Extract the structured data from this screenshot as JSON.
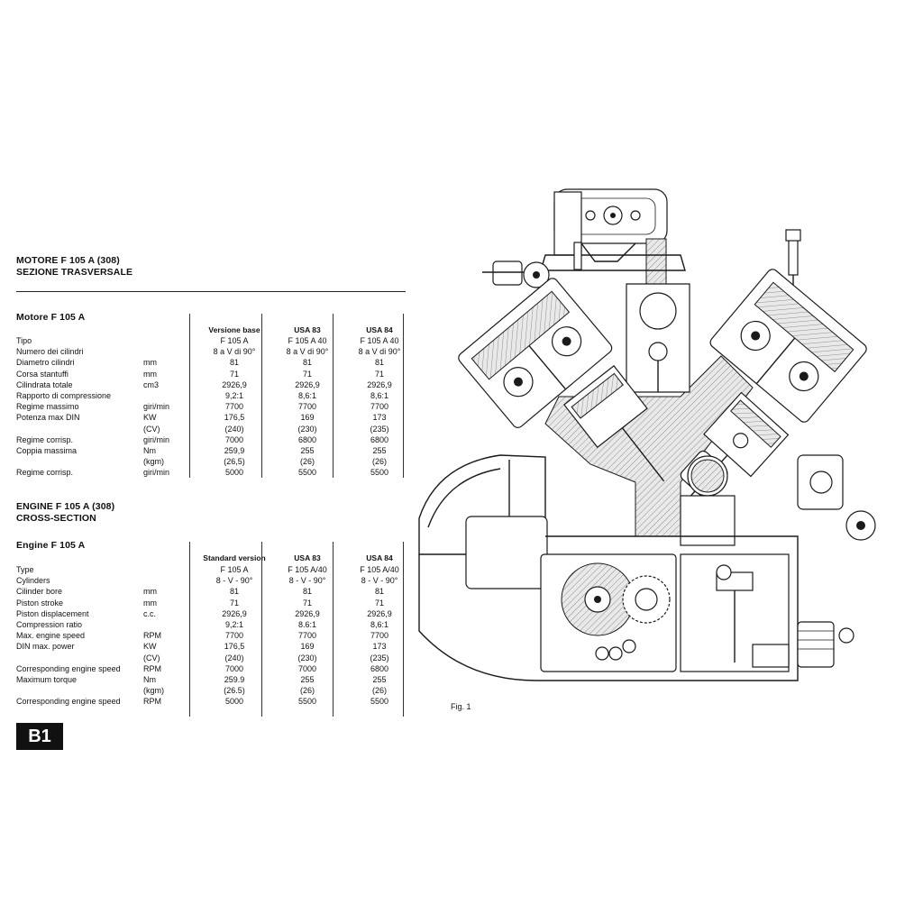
{
  "italian": {
    "heading_line1": "MOTORE F 105 A (308)",
    "heading_line2": "SEZIONE TRASVERSALE",
    "subheading": "Motore F 105 A",
    "columns": [
      "Versione base",
      "USA 83",
      "USA 84"
    ],
    "rows": [
      {
        "label": "Tipo",
        "unit": "",
        "v1": "F 105 A",
        "v2": "F 105 A 40",
        "v3": "F 105 A 40"
      },
      {
        "label": "Numero dei cilindri",
        "unit": "",
        "v1": "8 a V di 90°",
        "v2": "8 a V di 90°",
        "v3": "8 a V di 90°"
      },
      {
        "label": "Diametro cilindri",
        "unit": "mm",
        "v1": "81",
        "v2": "81",
        "v3": "81"
      },
      {
        "label": "Corsa stantuffi",
        "unit": "mm",
        "v1": "71",
        "v2": "71",
        "v3": "71"
      },
      {
        "label": "Cilindrata totale",
        "unit": "cm3",
        "v1": "2926,9",
        "v2": "2926,9",
        "v3": "2926,9"
      },
      {
        "label": "Rapporto di compressione",
        "unit": "",
        "v1": "9,2:1",
        "v2": "8,6:1",
        "v3": "8,6:1"
      },
      {
        "label": "Regime massimo",
        "unit": "giri/min",
        "v1": "7700",
        "v2": "7700",
        "v3": "7700"
      },
      {
        "label": "Potenza max DIN",
        "unit": "KW",
        "v1": "176,5",
        "v2": "169",
        "v3": "173"
      },
      {
        "label": "",
        "unit": "(CV)",
        "v1": "(240)",
        "v2": "(230)",
        "v3": "(235)"
      },
      {
        "label": "Regime corrisp.",
        "unit": "giri/min",
        "v1": "7000",
        "v2": "6800",
        "v3": "6800"
      },
      {
        "label": "Coppia massima",
        "unit": "Nm",
        "v1": "259,9",
        "v2": "255",
        "v3": "255"
      },
      {
        "label": "",
        "unit": "(kgm)",
        "v1": "(26,5)",
        "v2": "(26)",
        "v3": "(26)"
      },
      {
        "label": "Regime corrisp.",
        "unit": "giri/min",
        "v1": "5000",
        "v2": "5500",
        "v3": "5500"
      }
    ]
  },
  "english": {
    "heading_line1": "ENGINE F 105 A (308)",
    "heading_line2": "CROSS-SECTION",
    "subheading": "Engine F 105 A",
    "columns": [
      "Standard version",
      "USA 83",
      "USA 84"
    ],
    "rows": [
      {
        "label": "Type",
        "unit": "",
        "v1": "F 105 A",
        "v2": "F 105 A/40",
        "v3": "F 105 A/40"
      },
      {
        "label": "Cylinders",
        "unit": "",
        "v1": "8 - V - 90°",
        "v2": "8 - V - 90°",
        "v3": "8 - V - 90°"
      },
      {
        "label": "Cilinder bore",
        "unit": "mm",
        "v1": "81",
        "v2": "81",
        "v3": "81"
      },
      {
        "label": "Piston stroke",
        "unit": "mm",
        "v1": "71",
        "v2": "71",
        "v3": "71"
      },
      {
        "label": "Piston displacement",
        "unit": "c.c.",
        "v1": "2926,9",
        "v2": "2926,9",
        "v3": "2926,9"
      },
      {
        "label": "Compression ratio",
        "unit": "",
        "v1": "9,2:1",
        "v2": "8.6:1",
        "v3": "8,6:1"
      },
      {
        "label": "Max. engine speed",
        "unit": "RPM",
        "v1": "7700",
        "v2": "7700",
        "v3": "7700"
      },
      {
        "label": "DIN max. power",
        "unit": "KW",
        "v1": "176,5",
        "v2": "169",
        "v3": "173"
      },
      {
        "label": "",
        "unit": "(CV)",
        "v1": "(240)",
        "v2": "(230)",
        "v3": "(235)"
      },
      {
        "label": "Corresponding engine speed",
        "unit": "RPM",
        "v1": "7000",
        "v2": "7000",
        "v3": "6800"
      },
      {
        "label": "Maximum torque",
        "unit": "Nm",
        "v1": "259.9",
        "v2": "255",
        "v3": "255"
      },
      {
        "label": "",
        "unit": "(kgm)",
        "v1": "(26.5)",
        "v2": "(26)",
        "v3": "(26)"
      },
      {
        "label": "Corresponding engine speed",
        "unit": "RPM",
        "v1": "5000",
        "v2": "5500",
        "v3": "5500"
      }
    ]
  },
  "page_badge": "B1",
  "figure_caption": "Fig. 1"
}
